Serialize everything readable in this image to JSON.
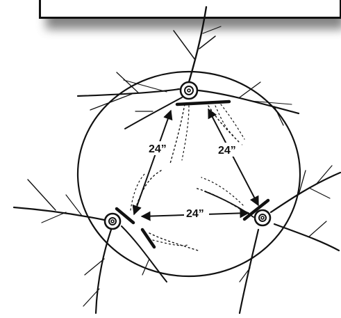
{
  "dimensions": {
    "top_left": "24”",
    "top_right": "24”",
    "bottom": "24”"
  },
  "colors": {
    "ink": "#111111",
    "background": "#ffffff",
    "shadow": "#6f6f6f"
  }
}
